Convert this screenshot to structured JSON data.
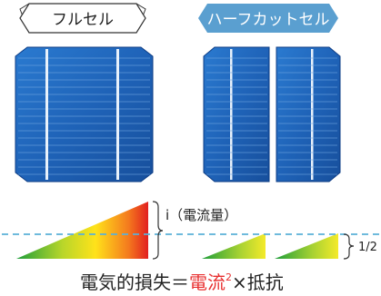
{
  "labels": {
    "full": "フルセル",
    "half": "ハーフカットセル"
  },
  "current_label": "i（電流量）",
  "ratio_label": "1/2",
  "formula": {
    "prefix": "電気的損失＝",
    "current": "電流",
    "power": "2",
    "suffix": "×抵抗"
  },
  "colors": {
    "cell_blue": "#1f63b8",
    "cell_blue_dark": "#0e3d85",
    "half_tag_bg": "#5a9fd0",
    "dash_line": "#5ab0d8",
    "formula_red": "#e83030"
  }
}
